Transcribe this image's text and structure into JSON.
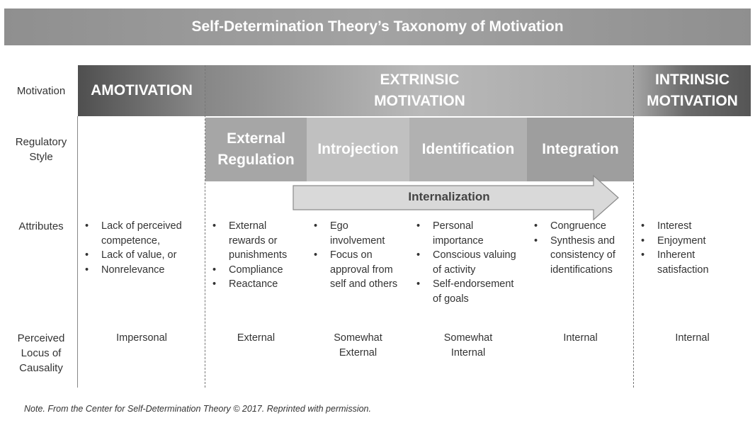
{
  "title": "Self-Determination Theory’s Taxonomy of Motivation",
  "row_labels": {
    "motivation": "Motivation",
    "regulatory_1": "Regulatory",
    "regulatory_2": "Style",
    "attributes": "Attributes",
    "locus_1": "Perceived",
    "locus_2": "Locus of",
    "locus_3": "Causality"
  },
  "motivation": {
    "amotivation": "AMOTIVATION",
    "extrinsic_1": "EXTRINSIC",
    "extrinsic_2": "MOTIVATION",
    "intrinsic_1": "INTRINSIC",
    "intrinsic_2": "MOTIVATION"
  },
  "regulatory": {
    "external_1": "External",
    "external_2": "Regulation",
    "introjection": "Introjection",
    "identification": "Identification",
    "integration": "Integration"
  },
  "arrow_label": "Internalization",
  "attributes": {
    "amotivation": [
      "Lack of perceived competence,",
      "Lack of value, or",
      "Nonrelevance"
    ],
    "external": [
      "External rewards or punishments",
      "Compliance",
      "Reactance"
    ],
    "introjection": [
      "Ego involvement",
      "Focus on approval from self and others"
    ],
    "identification": [
      "Personal importance",
      "Conscious valuing of activity",
      "Self-endorsement of goals"
    ],
    "integration": [
      "Congruence",
      "Synthesis and consistency of identifications"
    ],
    "intrinsic": [
      "Interest",
      "Enjoyment",
      "Inherent satisfaction"
    ]
  },
  "locus": {
    "amotivation": "Impersonal",
    "external": "External",
    "introjection_1": "Somewhat",
    "introjection_2": "External",
    "identification_1": "Somewhat",
    "identification_2": "Internal",
    "integration": "Internal",
    "intrinsic": "Internal"
  },
  "note": "Note. From the Center for Self-Determination Theory © 2017. Reprinted with permission."
}
